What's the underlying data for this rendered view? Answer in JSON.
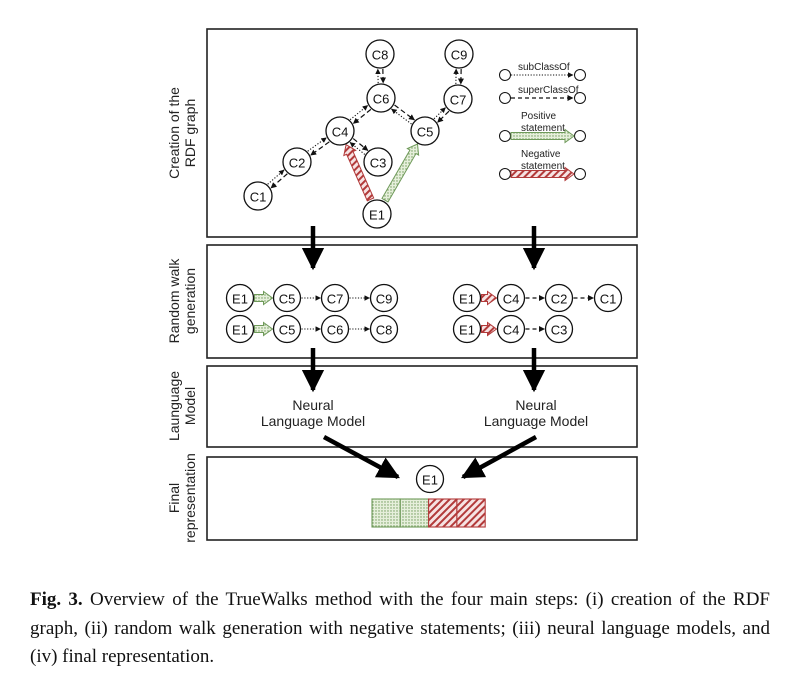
{
  "figure": {
    "panels": [
      {
        "id": "rdf",
        "label_lines": [
          "Creation of the",
          "RDF graph"
        ]
      },
      {
        "id": "walk",
        "label_lines": [
          "Random walk",
          "generation"
        ]
      },
      {
        "id": "lm",
        "label_lines": [
          "Launguage",
          "Model"
        ]
      },
      {
        "id": "final",
        "label_lines": [
          "Final",
          "representation"
        ]
      }
    ],
    "rdf_graph": {
      "nodes": [
        "C1",
        "C2",
        "C3",
        "C4",
        "C5",
        "C6",
        "C7",
        "C8",
        "C9",
        "E1"
      ],
      "edges": [
        {
          "from": "C1",
          "to": "C2",
          "relations": [
            "subClassOf",
            "superClassOf"
          ]
        },
        {
          "from": "C2",
          "to": "C4",
          "relations": [
            "subClassOf",
            "superClassOf"
          ]
        },
        {
          "from": "C3",
          "to": "C4",
          "relations": [
            "subClassOf",
            "superClassOf"
          ]
        },
        {
          "from": "C4",
          "to": "C6",
          "relations": [
            "subClassOf",
            "superClassOf"
          ]
        },
        {
          "from": "C5",
          "to": "C6",
          "relations": [
            "subClassOf",
            "superClassOf"
          ]
        },
        {
          "from": "C5",
          "to": "C7",
          "relations": [
            "subClassOf",
            "superClassOf"
          ]
        },
        {
          "from": "C6",
          "to": "C8",
          "relations": [
            "subClassOf",
            "superClassOf"
          ]
        },
        {
          "from": "C7",
          "to": "C9",
          "relations": [
            "subClassOf",
            "superClassOf"
          ]
        },
        {
          "from": "E1",
          "to": "C4",
          "relations": [
            "negative"
          ]
        },
        {
          "from": "E1",
          "to": "C5",
          "relations": [
            "positive"
          ]
        }
      ]
    },
    "legend": [
      {
        "type": "subClassOf",
        "label_lines": [
          "subClassOf"
        ]
      },
      {
        "type": "superClassOf",
        "label_lines": [
          "superClassOf"
        ]
      },
      {
        "type": "positive",
        "label_lines": [
          "Positive",
          "statement"
        ]
      },
      {
        "type": "negative",
        "label_lines": [
          "Negative",
          "statement"
        ]
      }
    ],
    "walks": {
      "positive": [
        {
          "nodes": [
            "E1",
            "C5",
            "C7",
            "C9"
          ],
          "links": [
            "positive",
            "subClassOf",
            "subClassOf"
          ]
        },
        {
          "nodes": [
            "E1",
            "C5",
            "C6",
            "C8"
          ],
          "links": [
            "positive",
            "subClassOf",
            "subClassOf"
          ]
        }
      ],
      "negative": [
        {
          "nodes": [
            "E1",
            "C4",
            "C2",
            "C1"
          ],
          "links": [
            "negative",
            "superClassOf",
            "superClassOf"
          ]
        },
        {
          "nodes": [
            "E1",
            "C4",
            "C3"
          ],
          "links": [
            "negative",
            "superClassOf"
          ]
        }
      ]
    },
    "language_models": [
      {
        "label_lines": [
          "Neural",
          "Language Model"
        ]
      },
      {
        "label_lines": [
          "Neural",
          "Language Model"
        ]
      }
    ],
    "final_representation": {
      "entity": "E1",
      "segments": [
        "positive",
        "positive",
        "negative",
        "negative"
      ]
    },
    "colors": {
      "positive_stroke": "#6f9a5a",
      "positive_fill": "#dce9cf",
      "negative_stroke": "#b23a3a",
      "negative_fill": "#f3d6d6",
      "line": "#111111"
    }
  },
  "caption": {
    "prefix": "Fig. 3.",
    "text": " Overview of the TrueWalks method with the four main steps: (i) creation of the RDF graph, (ii) random walk generation with negative statements; (iii) neural language models, and (iv) final representation."
  }
}
